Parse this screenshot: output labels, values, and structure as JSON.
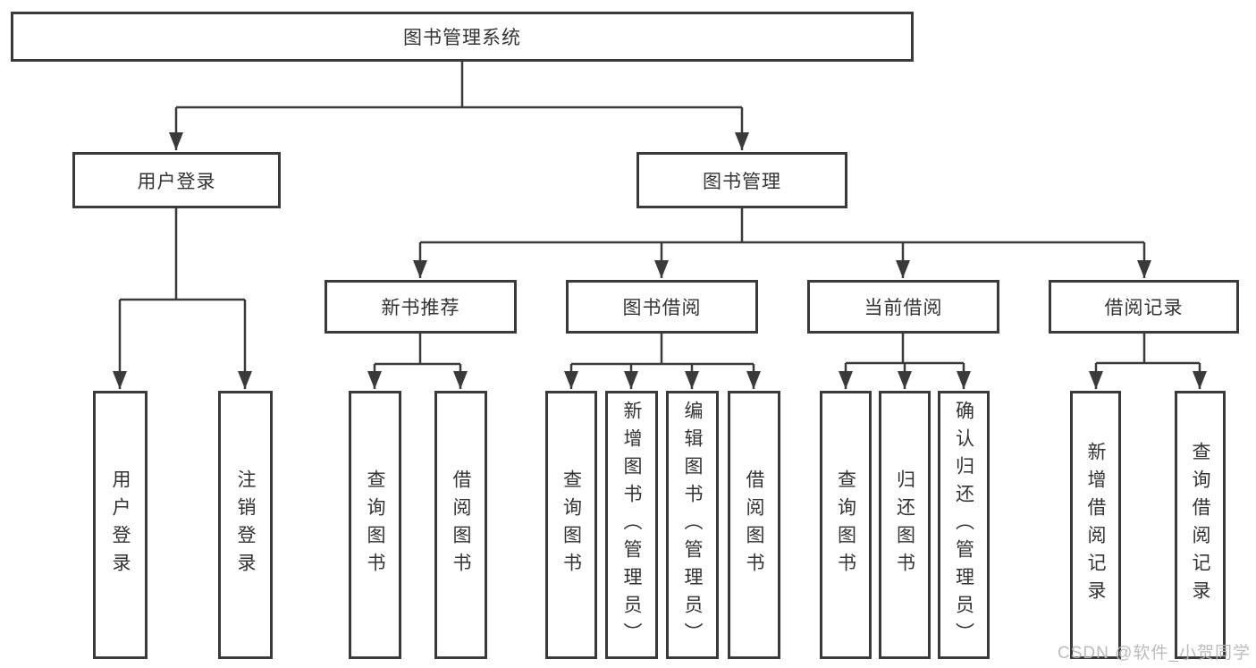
{
  "nodes": {
    "root": {
      "label": "图书管理系统"
    },
    "user_login": {
      "label": "用户登录"
    },
    "book_mgmt": {
      "label": "图书管理"
    },
    "new_books": {
      "label": "新书推荐"
    },
    "book_borrow": {
      "label": "图书借阅"
    },
    "current_borrow": {
      "label": "当前借阅"
    },
    "borrow_records": {
      "label": "借阅记录"
    },
    "leaf_user_login": {
      "label": "用户登录"
    },
    "leaf_logout": {
      "label": "注销登录"
    },
    "leaf_nb_query": {
      "label": "查询图书"
    },
    "leaf_nb_borrow": {
      "label": "借阅图书"
    },
    "leaf_bb_query": {
      "label": "查询图书"
    },
    "leaf_bb_add": {
      "label": "新增图书（管理员）"
    },
    "leaf_bb_edit": {
      "label": "编辑图书（管理员）"
    },
    "leaf_bb_borrow": {
      "label": "借阅图书"
    },
    "leaf_cb_query": {
      "label": "查询图书"
    },
    "leaf_cb_return": {
      "label": "归还图书"
    },
    "leaf_cb_confirm": {
      "label": "确认归还（管理员）"
    },
    "leaf_br_add": {
      "label": "新增借阅记录"
    },
    "leaf_br_query": {
      "label": "查询借阅记录"
    }
  },
  "hierarchy": {
    "图书管理系统": [
      "用户登录",
      "图书管理"
    ],
    "用户登录": [
      "用户登录",
      "注销登录"
    ],
    "图书管理": [
      "新书推荐",
      "图书借阅",
      "当前借阅",
      "借阅记录"
    ],
    "新书推荐": [
      "查询图书",
      "借阅图书"
    ],
    "图书借阅": [
      "查询图书",
      "新增图书（管理员）",
      "编辑图书（管理员）",
      "借阅图书"
    ],
    "当前借阅": [
      "查询图书",
      "归还图书",
      "确认归还（管理员）"
    ],
    "借阅记录": [
      "新增借阅记录",
      "查询借阅记录"
    ]
  },
  "watermark": {
    "text": "CSDN @软件_小贺同学",
    "color": "#b9b9b9"
  },
  "colors": {
    "line": "#3a3a3a",
    "text": "#333333",
    "background": "#ffffff"
  }
}
